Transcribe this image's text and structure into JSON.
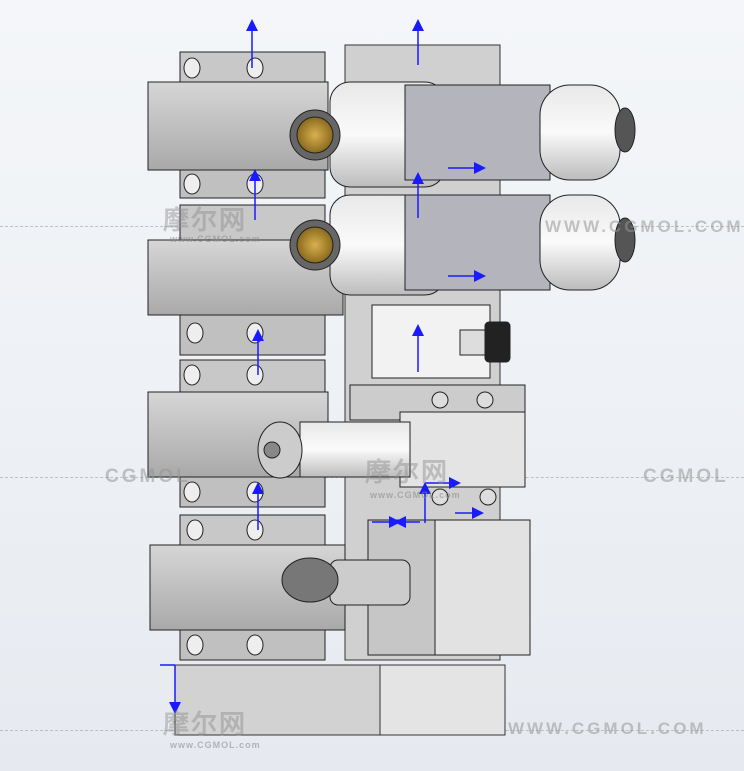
{
  "viewport": {
    "title": "CAD assembly view - valve manifold stack"
  },
  "watermarks": {
    "cn_logo": "摩尔网",
    "url": "www.CGMOL.com",
    "brand": "CGMOL",
    "brand_url_right": "WWW.CGMOL.COM"
  },
  "colors": {
    "axis_arrow": "#1a1aff",
    "knob": "#b8902a",
    "background": "#eef1f5"
  }
}
